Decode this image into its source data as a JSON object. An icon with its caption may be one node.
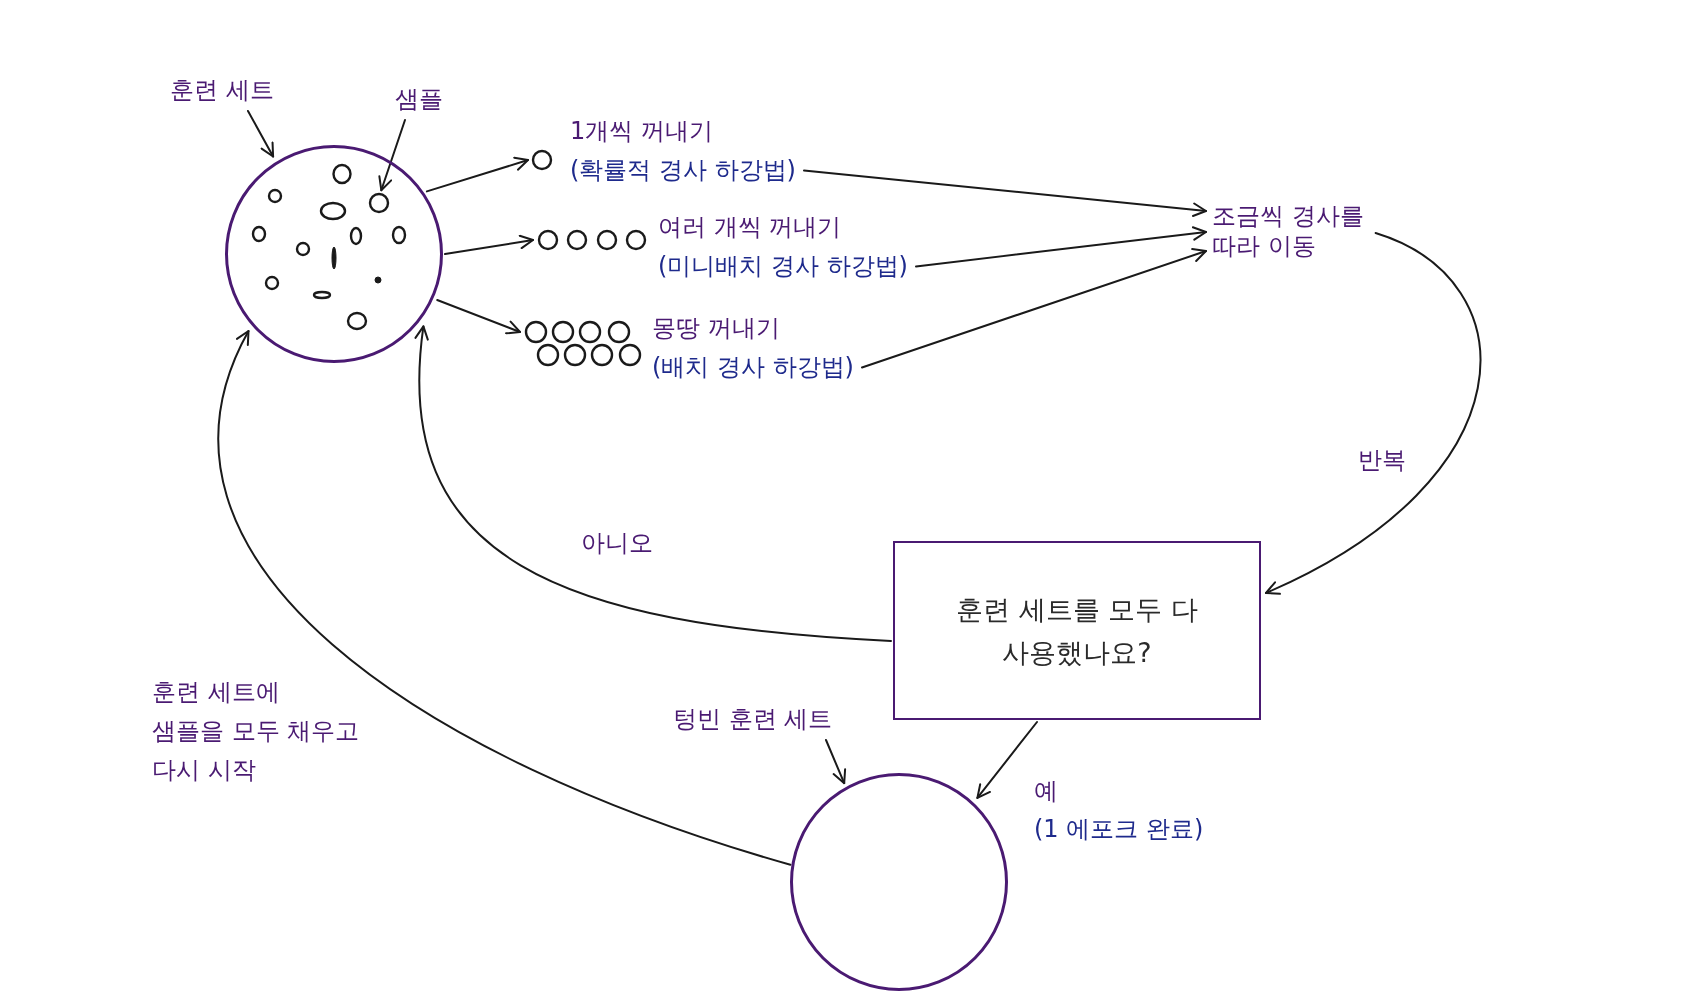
{
  "diagram": {
    "nodes": [
      {
        "text": [
          "훈련 세트"
        ]
      },
      {
        "text": [
          "샘플"
        ]
      },
      {
        "text": [],
        "shape": "circle"
      },
      {
        "text": [],
        "shape": "circle",
        "in": 2
      },
      {
        "text": [],
        "shape": "circle"
      },
      {
        "text": [
          "1개씩 꺼내기",
          "(확률적 경사 하강법)"
        ]
      },
      {
        "text": [],
        "shape": "circle"
      },
      {
        "text": [
          "여러 개씩 꺼내기",
          "(미니배치 경사 하강법)"
        ]
      },
      {
        "text": [],
        "shape": "circle"
      },
      {
        "text": [
          "몽땅 꺼내기",
          "(배치 경사 하강법)"
        ]
      },
      {
        "text": [
          "조금씩 경사를 따라 이동"
        ]
      },
      {
        "text": [
          "훈련 세트를 모두 다 사용했나요?"
        ]
      },
      {
        "text": [
          "텅빈 훈련 세트"
        ]
      },
      {
        "text": [],
        "shape": "circle"
      }
    ],
    "edges": [
      {
        "from": 0,
        "to": 2,
        "arrow": "to"
      },
      {
        "from": 1,
        "to": 3,
        "arrow": "to"
      },
      {
        "from": 2,
        "to": 4,
        "arrow": "to"
      },
      {
        "from": 2,
        "to": 6,
        "arrow": "to"
      },
      {
        "from": 2,
        "to": 8,
        "arrow": "to"
      },
      {
        "from": 5,
        "to": 10,
        "arrow": "to"
      },
      {
        "from": 7,
        "to": 10,
        "arrow": "to"
      },
      {
        "from": 9,
        "to": 10,
        "arrow": "to"
      },
      {
        "from": 10,
        "to": 11,
        "arrow": "to",
        "label": "반복"
      },
      {
        "from": 11,
        "to": 2,
        "arrow": "to",
        "label": "아니오"
      },
      {
        "from": 11,
        "to": 13,
        "arrow": "to",
        "label": "예"
      },
      {
        "from": 13,
        "to": 2,
        "arrow": "to",
        "label": "훈련 세트에 샘플을 모두 채우고 다시 시작"
      },
      {
        "from": 12,
        "to": 13,
        "arrow": "to"
      }
    ],
    "labels": [
      "(1 에포크 완료)"
    ]
  }
}
